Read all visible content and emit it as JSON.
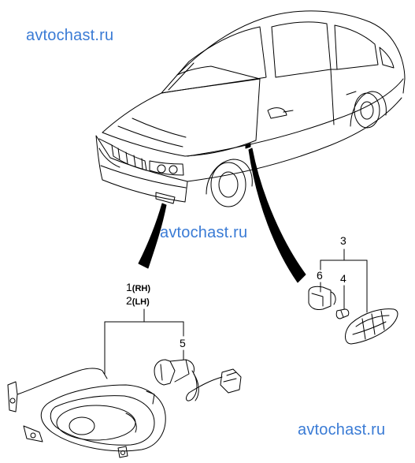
{
  "watermarks": {
    "top": "avtochast.ru",
    "middle": "avtochast.ru",
    "bottom": "avtochast.ru"
  },
  "callouts": {
    "fog_lamp_rh": {
      "number": "1",
      "side": "(RH)"
    },
    "fog_lamp_lh": {
      "number": "2",
      "side": "(LH)"
    },
    "side_repeater": "3",
    "repeater_bulb": "4",
    "fog_lamp_bulb": "5",
    "bulb_socket": "6"
  },
  "colors": {
    "watermark": "#3a7bd5",
    "line": "#000000",
    "background": "#ffffff"
  }
}
